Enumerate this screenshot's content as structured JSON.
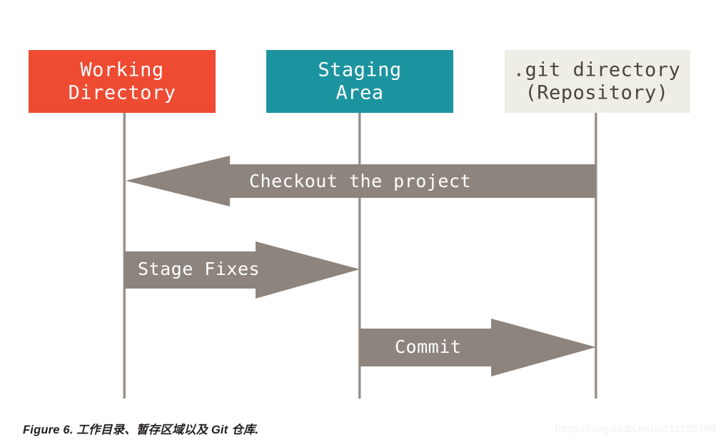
{
  "figure": {
    "caption": "Figure 6. 工作目录、暂存区域以及 Git 仓库.",
    "watermark": "https://blog.csdn.net/u011195398"
  },
  "colors": {
    "working_directory": "#ef4b33",
    "staging_area": "#1c94a0",
    "git_directory": "#eeeee6",
    "arrow": "#8d847d",
    "lifeline": "#9a928c",
    "box_text_light": "#ffffff",
    "box_text_dark": "#4a4440",
    "caption_text": "#231f20",
    "watermark_text": "#f1f1f1",
    "background": "#ffffff"
  },
  "boxes": [
    {
      "id": "working-directory",
      "line1": "Working",
      "line2": "Directory"
    },
    {
      "id": "staging-area",
      "line1": "Staging",
      "line2": "Area"
    },
    {
      "id": "git-directory",
      "line1": ".git directory",
      "line2": "(Repository)"
    }
  ],
  "arrows": [
    {
      "id": "checkout",
      "label": "Checkout the project",
      "direction": "left",
      "from": "git-directory",
      "to": "working-directory"
    },
    {
      "id": "stage-fixes",
      "label": "Stage Fixes",
      "direction": "right",
      "from": "working-directory",
      "to": "staging-area"
    },
    {
      "id": "commit",
      "label": "Commit",
      "direction": "right",
      "from": "staging-area",
      "to": "git-directory"
    }
  ]
}
